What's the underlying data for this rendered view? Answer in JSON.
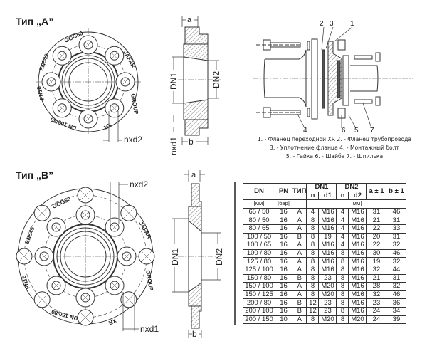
{
  "type_a": {
    "title": "Тип „A”",
    "flange_markings": [
      "GGG50",
      "JAFAR",
      "GROUP",
      "XR",
      "DN 100/80",
      "PN16",
      "EN545"
    ],
    "dim_labels": {
      "bolt_holes": "nxd2",
      "a": "a",
      "b": "b",
      "dn1": "DN1",
      "dn2": "DN2",
      "nxd1": "nxd1"
    }
  },
  "type_b": {
    "title": "Тип „B”",
    "flange_markings": [
      "GGG50",
      "JAFAR",
      "GROUP",
      "XR",
      "DN 150/80",
      "PN16",
      "EN545"
    ],
    "dim_labels": {
      "inner_holes": "nxd2",
      "outer_holes": "nxd1",
      "a": "a",
      "b": "b",
      "dn1": "DN1",
      "dn2": "DN2"
    }
  },
  "assembly": {
    "callouts": [
      "2",
      "3",
      "1",
      "4",
      "6",
      "5",
      "7"
    ],
    "legend_lines": [
      "1. - Фланец переходной XR 2. - Фланец трубопровода",
      "3. - Уплотнение фланца 4. - Монтажный болт",
      "5. - Гайка 6. - Шайба 7. - Шпилька"
    ]
  },
  "table": {
    "headers": {
      "dn": "DN",
      "pn": "PN",
      "type": "ТИП",
      "dn1": "DN1",
      "dn2": "DN2",
      "n": "n",
      "d1": "d1",
      "d2": "d2",
      "a": "a ± 1",
      "b": "b ± 1"
    },
    "units": {
      "dn": "[мм]",
      "pn": "[бар]",
      "rest": "[мм]"
    },
    "rows": [
      [
        "65 / 50",
        "16",
        "A",
        "4",
        "M16",
        "4",
        "M16",
        "31",
        "46"
      ],
      [
        "80 / 50",
        "16",
        "A",
        "8",
        "M16",
        "4",
        "M16",
        "21",
        "31"
      ],
      [
        "80 / 65",
        "16",
        "A",
        "8",
        "M16",
        "4",
        "M16",
        "22",
        "33"
      ],
      [
        "100 / 50",
        "16",
        "B",
        "8",
        "19",
        "4",
        "M16",
        "20",
        "31"
      ],
      [
        "100 / 65",
        "16",
        "A",
        "8",
        "M16",
        "4",
        "M16",
        "22",
        "32"
      ],
      [
        "100 / 80",
        "16",
        "A",
        "8",
        "M16",
        "8",
        "M16",
        "30",
        "46"
      ],
      [
        "125 / 80",
        "16",
        "A",
        "8",
        "M16",
        "8",
        "M16",
        "19",
        "32"
      ],
      [
        "125 / 100",
        "16",
        "A",
        "8",
        "M16",
        "8",
        "M16",
        "32",
        "44"
      ],
      [
        "150 / 80",
        "16",
        "B",
        "8",
        "23",
        "8",
        "M16",
        "21",
        "31"
      ],
      [
        "150 / 100",
        "16",
        "A",
        "8",
        "M20",
        "8",
        "M16",
        "28",
        "32"
      ],
      [
        "150 / 125",
        "16",
        "A",
        "8",
        "M20",
        "8",
        "M16",
        "32",
        "46"
      ],
      [
        "200 / 80",
        "16",
        "B",
        "12",
        "23",
        "8",
        "M16",
        "23",
        "36"
      ],
      [
        "200 / 100",
        "16",
        "B",
        "12",
        "23",
        "8",
        "M16",
        "24",
        "34"
      ],
      [
        "200 / 150",
        "10",
        "A",
        "8",
        "M20",
        "8",
        "M20",
        "24",
        "39"
      ]
    ]
  }
}
